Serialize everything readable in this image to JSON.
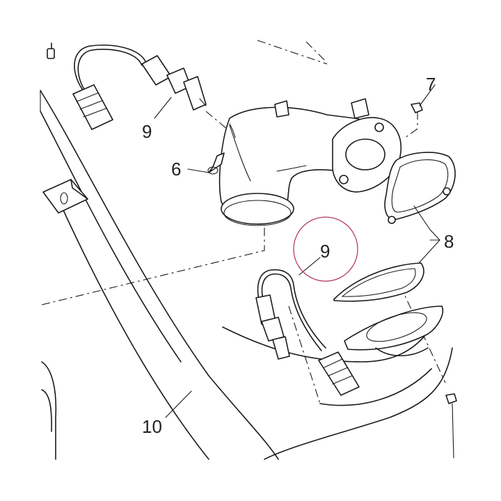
{
  "diagram": {
    "callouts": [
      {
        "id": "c9a",
        "label": "9"
      },
      {
        "id": "c6",
        "label": "6"
      },
      {
        "id": "c7",
        "label": "7"
      },
      {
        "id": "c8",
        "label": "8"
      },
      {
        "id": "c9b",
        "label": "9"
      },
      {
        "id": "c10",
        "label": "10"
      }
    ],
    "highlight_color": "#b03050"
  }
}
